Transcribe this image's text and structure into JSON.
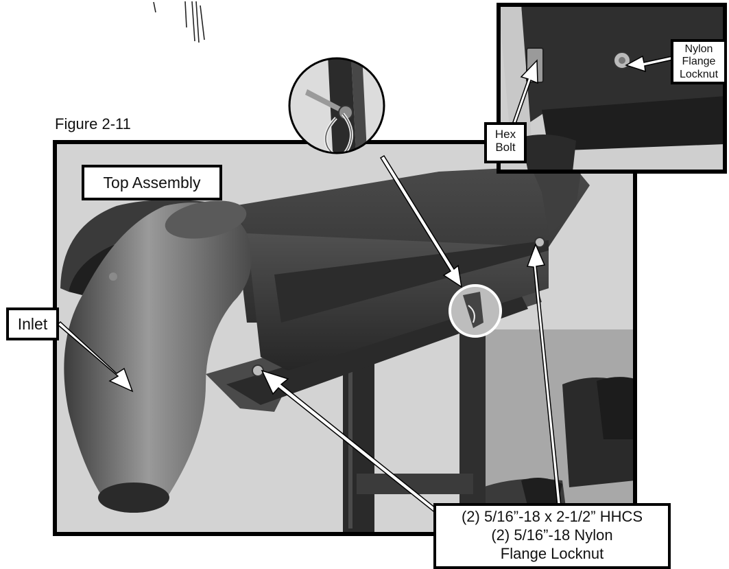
{
  "figure_label": "Figure 2-11",
  "callouts": {
    "top_assembly": "Top Assembly",
    "inlet": "Inlet",
    "hex_bolt_line1": "Hex",
    "hex_bolt_line2": "Bolt",
    "nylon_line1": "Nylon",
    "nylon_line2": "Flange",
    "nylon_line3": "Locknut",
    "hardware_line1": "(2) 5/16”-18 x 2-1/2” HHCS",
    "hardware_line2": "(2) 5/16”-18 Nylon",
    "hardware_line3": "Flange Locknut"
  },
  "colors": {
    "frame": "#000000",
    "callout_fill": "#ffffff",
    "photo_background": "#d2d2d2",
    "housing_dark": "#3a3a3a",
    "pipe_gray": "#7a7a7a"
  }
}
